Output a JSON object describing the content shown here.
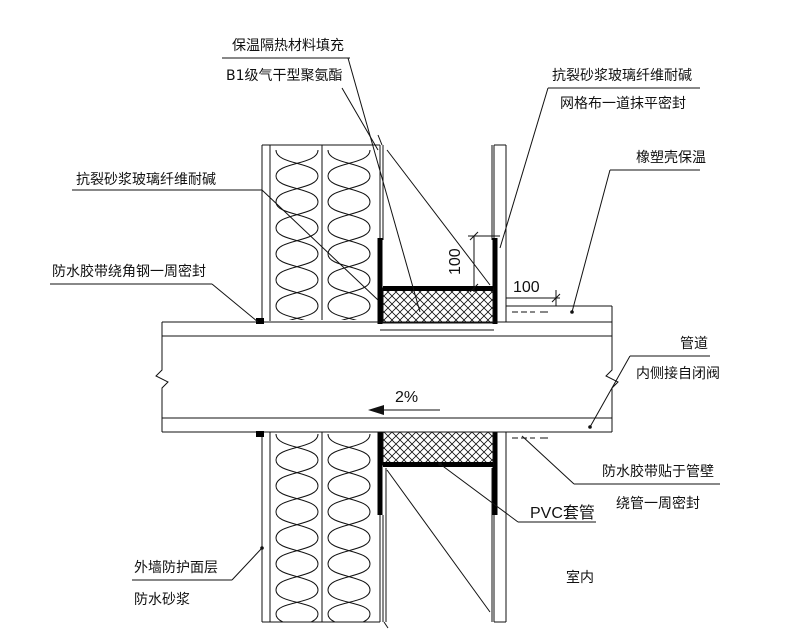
{
  "labels": {
    "insulation_fill": "保温隔热材料填充",
    "polyurethane": "B1级气干型聚氨酯",
    "mesh_top_1": "抗裂砂浆玻璃纤维耐碱",
    "mesh_top_2": "网格布一道抹平密封",
    "rubber_insulation": "橡塑壳保温",
    "mesh_left": "抗裂砂浆玻璃纤维耐碱",
    "tape_angle": "防水胶带绕角钢一周密封",
    "dim_vertical": "100",
    "dim_horizontal": "100",
    "pipe": "管道",
    "closed_valve": "内侧接自闭阀",
    "slope": "2%",
    "tape_pipe_1": "防水胶带贴于管壁",
    "tape_pipe_2": "绕管一周密封",
    "pvc_sleeve": "PVC套管",
    "outer_layer_1": "外墙防护面层",
    "outer_layer_2": "防水砂浆",
    "indoor": "室内"
  },
  "colors": {
    "line": "#111111",
    "background": "#ffffff"
  }
}
